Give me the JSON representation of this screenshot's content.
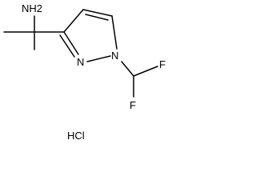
{
  "structure": {
    "atoms": {
      "amine": "NH2",
      "pyrazole_n_imine": "N",
      "pyrazole_n_substituted": "N",
      "fluorine_top": "F",
      "fluorine_bottom": "F"
    },
    "salt": "HCl"
  }
}
